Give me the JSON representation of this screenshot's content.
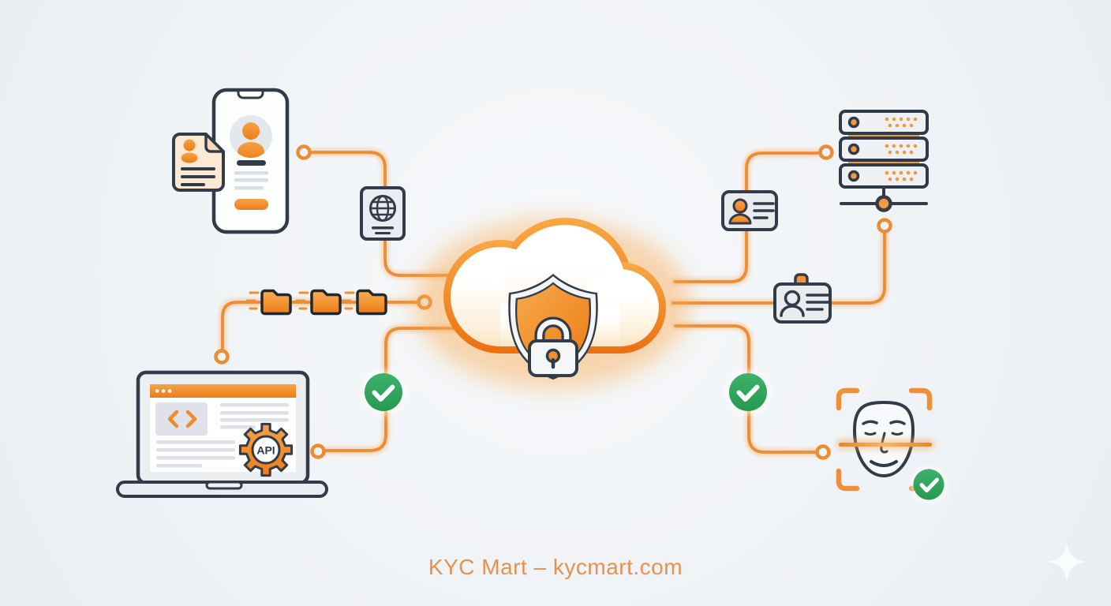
{
  "diagram": {
    "footer_label": "KYC Mart – kycmart.com",
    "api_label": "API",
    "colors": {
      "background": "#F0F3F6",
      "accent_orange": "#EC8C36",
      "deep_orange": "#EE7112",
      "glow_orange": "#F7C28D",
      "outline_navy": "#313B49",
      "panel_gray": "#E9ECF0",
      "document_cream": "#FBE9D4",
      "success_green": "#31A85C",
      "footer_text": "#E8904E"
    },
    "nodes": [
      {
        "id": "mobile-onboarding",
        "icon": "smartphone-profile-icon",
        "description": "Smartphone showing user profile screen"
      },
      {
        "id": "identity-document",
        "icon": "document-person-icon",
        "description": "Personal identity document"
      },
      {
        "id": "passport",
        "icon": "passport-icon",
        "description": "Passport with globe emblem"
      },
      {
        "id": "data-transfer",
        "icon": "folder-icon",
        "count": 3,
        "description": "Folders moving toward secure cloud"
      },
      {
        "id": "developer-laptop",
        "icon": "laptop-api-icon",
        "label": "API",
        "description": "Laptop with code editor and API gear"
      },
      {
        "id": "secure-cloud",
        "icon": "cloud-shield-padlock-icon",
        "description": "Secure cloud with shield and padlock"
      },
      {
        "id": "id-card",
        "icon": "id-card-icon",
        "description": "ID card with user photo and details"
      },
      {
        "id": "id-badge",
        "icon": "id-badge-icon",
        "description": "Clipped ID badge"
      },
      {
        "id": "server-stack",
        "icon": "server-stack-icon",
        "tiers": 3,
        "description": "Server stack connected to network node"
      },
      {
        "id": "face-verification",
        "icon": "face-scan-icon",
        "status": "verified",
        "description": "Face inside scan frame with scan line"
      },
      {
        "id": "verification-left",
        "icon": "check-circle-icon",
        "status": "verified"
      },
      {
        "id": "verification-right",
        "icon": "check-circle-icon",
        "status": "verified"
      },
      {
        "id": "sparkle",
        "icon": "sparkle-icon"
      }
    ],
    "connections": [
      "mobile-onboarding → passport → secure-cloud",
      "data-transfer → developer-laptop",
      "secure-cloud → verification-left → developer-laptop",
      "secure-cloud → id-card → server-stack",
      "secure-cloud → id-badge → server-network-node",
      "secure-cloud → verification-right → face-verification"
    ]
  }
}
